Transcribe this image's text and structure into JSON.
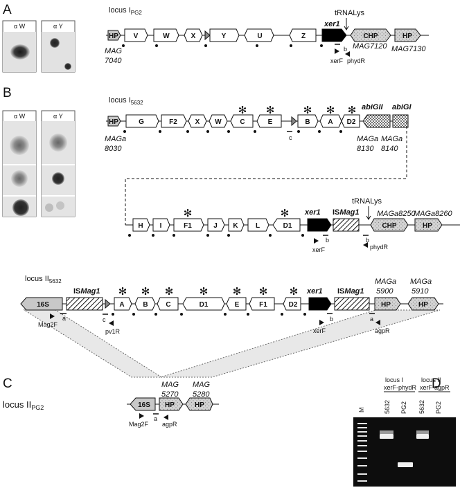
{
  "panels": {
    "A": "A",
    "B": "B",
    "C": "C",
    "D": "D"
  },
  "blot": {
    "alphaW": "α W",
    "alphaY": "α Y"
  },
  "loci": {
    "IPG2": {
      "title_main": "locus I",
      "title_sub": "PG2",
      "genes": [
        "HP",
        "V",
        "W",
        "X",
        "Y",
        "U",
        "Z",
        "xer1",
        "CHP",
        "HP"
      ],
      "trna": "tRNALys",
      "labels": {
        "mag7040_a": "MAG",
        "mag7040_b": "7040",
        "mag7120": "MAG7120",
        "mag7130": "MAG7130",
        "xerF": "xerF",
        "phydR": "phydR",
        "b": "b"
      }
    },
    "I5632": {
      "title_main": "locus I",
      "title_sub": "5632",
      "genes_top": [
        "HP",
        "G",
        "F2",
        "X",
        "W",
        "C",
        "E",
        "B",
        "A",
        "D2",
        "abiGII",
        "abiGI"
      ],
      "genes_bottom": [
        "H",
        "I",
        "F1",
        "J",
        "K",
        "L",
        "D1",
        "xer1",
        "ISMag1",
        "CHP",
        "HP"
      ],
      "trna": "tRNALys",
      "labels": {
        "maga8030_a": "MAGa",
        "maga8030_b": "8030",
        "maga8130_a": "MAGa",
        "maga8130_b": "8130",
        "maga8140_a": "MAGa",
        "maga8140_b": "8140",
        "maga8250": "MAGa8250",
        "maga8260": "MAGa8260",
        "c": "c",
        "xerF": "xerF",
        "phydR": "phydR",
        "b1": "b",
        "b2": "b",
        "ism_prefix": "IS",
        "ism_suffix": "Mag1"
      }
    },
    "II5632": {
      "title_main": "locus II",
      "title_sub": "5632",
      "genes": [
        "16S",
        "ISMag1",
        "A",
        "B",
        "C",
        "D1",
        "E",
        "F1",
        "D2",
        "xer1",
        "ISMag1",
        "HP",
        "HP"
      ],
      "labels": {
        "maga5900_a": "MAGa",
        "maga5900_b": "5900",
        "maga5910_a": "MAGa",
        "maga5910_b": "5910",
        "mag2f": "Mag2F",
        "pv1r": "pv1R",
        "xerF": "xerF",
        "agpR": "agpR",
        "a1": "a",
        "a2": "a",
        "c": "c",
        "b": "b",
        "ism_prefix": "IS",
        "ism_suffix": "Mag1"
      }
    },
    "IIPG2": {
      "title_main": "locus II",
      "title_sub": "PG2",
      "genes": [
        "16S",
        "HP",
        "HP"
      ],
      "labels": {
        "mag5270_a": "MAG",
        "mag5270_b": "5270",
        "mag5280_a": "MAG",
        "mag5280_b": "5280",
        "mag2f": "Mag2F",
        "agpR": "agpR",
        "a": "a"
      }
    }
  },
  "gel": {
    "lane_M": "M",
    "header1_a": "locus I",
    "header1_b": "xerF-phydR",
    "header2_a": "locus II",
    "header2_b": "xerF-agpR",
    "lanes": [
      "5632",
      "PG2",
      "5632",
      "PG2"
    ]
  },
  "colors": {
    "xer1": "#000000",
    "hp_fill": "#c8c8c8",
    "chp_fill": "#d6d6d6",
    "shade": "#e8e8e8"
  }
}
